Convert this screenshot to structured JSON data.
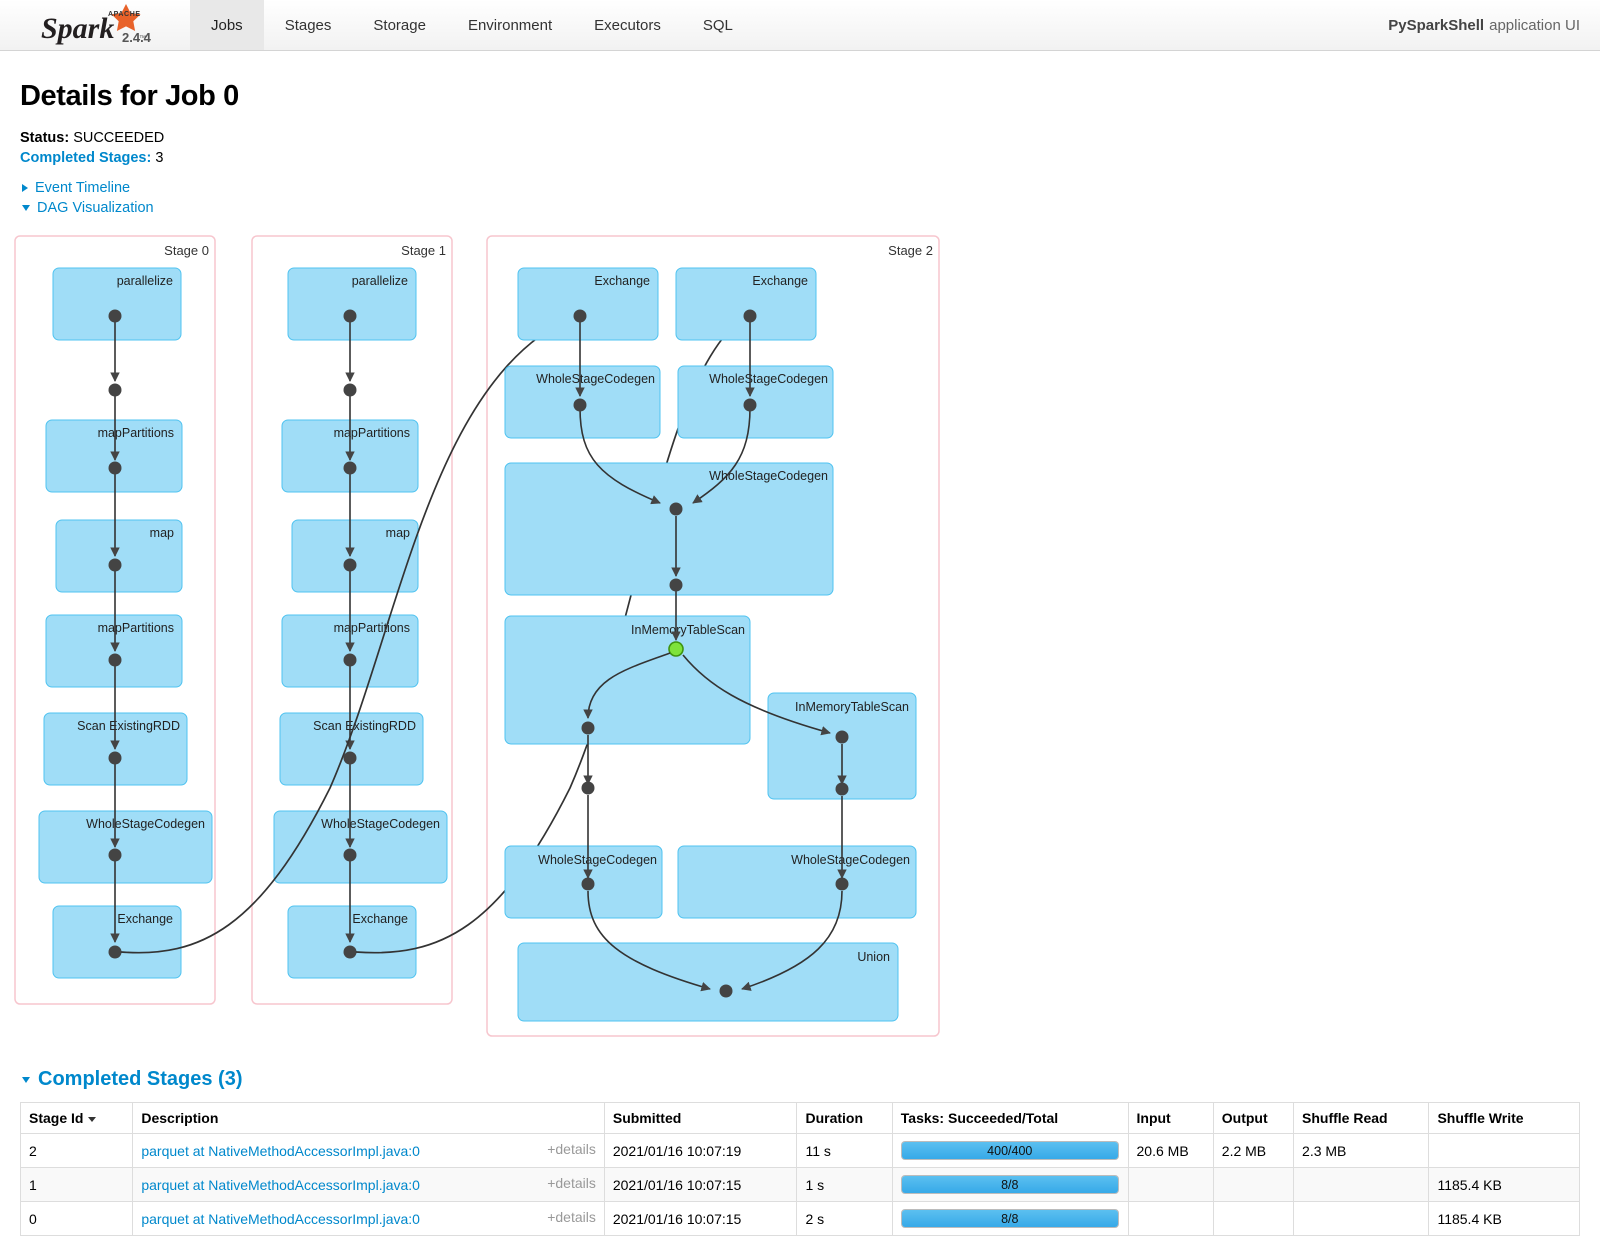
{
  "navbar": {
    "logo_text": "Spark",
    "logo_sup": "APACHE",
    "version": "2.4.4",
    "tabs": [
      {
        "label": "Jobs",
        "active": true
      },
      {
        "label": "Stages",
        "active": false
      },
      {
        "label": "Storage",
        "active": false
      },
      {
        "label": "Environment",
        "active": false
      },
      {
        "label": "Executors",
        "active": false
      },
      {
        "label": "SQL",
        "active": false
      }
    ],
    "app_name": "PySparkShell",
    "app_suffix": "application UI"
  },
  "page": {
    "title": "Details for Job 0",
    "status_label": "Status:",
    "status_value": "SUCCEEDED",
    "completed_stages_label": "Completed Stages:",
    "completed_stages_value": "3",
    "event_timeline_label": "Event Timeline",
    "dag_visualization_label": "DAG Visualization"
  },
  "dag": {
    "stages": [
      {
        "title": "Stage 0",
        "nodes": [
          "parallelize",
          "mapPartitions",
          "map",
          "mapPartitions",
          "Scan ExistingRDD",
          "WholeStageCodegen",
          "Exchange"
        ]
      },
      {
        "title": "Stage 1",
        "nodes": [
          "parallelize",
          "mapPartitions",
          "map",
          "mapPartitions",
          "Scan ExistingRDD",
          "WholeStageCodegen",
          "Exchange"
        ]
      },
      {
        "title": "Stage 2",
        "nodes": [
          "Exchange",
          "Exchange",
          "WholeStageCodegen",
          "WholeStageCodegen",
          "WholeStageCodegen",
          "InMemoryTableScan",
          "InMemoryTableScan",
          "WholeStageCodegen",
          "WholeStageCodegen",
          "Union"
        ]
      }
    ],
    "colors": {
      "node_fill": "#a0ddf7",
      "node_stroke": "#4fc3f0",
      "stage_border": "#f7c6ce",
      "edge": "#333333",
      "dot": "#444444",
      "cached_dot": "#7ee33b"
    }
  },
  "completed_stages": {
    "heading": "Completed Stages (3)",
    "columns": [
      "Stage Id",
      "Description",
      "Submitted",
      "Duration",
      "Tasks: Succeeded/Total",
      "Input",
      "Output",
      "Shuffle Read",
      "Shuffle Write"
    ],
    "rows": [
      {
        "stage_id": "2",
        "description": "parquet at NativeMethodAccessorImpl.java:0",
        "details": "+details",
        "submitted": "2021/01/16 10:07:19",
        "duration": "11 s",
        "tasks_text": "400/400",
        "tasks_pct": 100,
        "input": "20.6 MB",
        "output": "2.2 MB",
        "shuffle_read": "2.3 MB",
        "shuffle_write": ""
      },
      {
        "stage_id": "1",
        "description": "parquet at NativeMethodAccessorImpl.java:0",
        "details": "+details",
        "submitted": "2021/01/16 10:07:15",
        "duration": "1 s",
        "tasks_text": "8/8",
        "tasks_pct": 100,
        "input": "",
        "output": "",
        "shuffle_read": "",
        "shuffle_write": "1185.4 KB"
      },
      {
        "stage_id": "0",
        "description": "parquet at NativeMethodAccessorImpl.java:0",
        "details": "+details",
        "submitted": "2021/01/16 10:07:15",
        "duration": "2 s",
        "tasks_text": "8/8",
        "tasks_pct": 100,
        "input": "",
        "output": "",
        "shuffle_read": "",
        "shuffle_write": "1185.4 KB"
      }
    ]
  }
}
